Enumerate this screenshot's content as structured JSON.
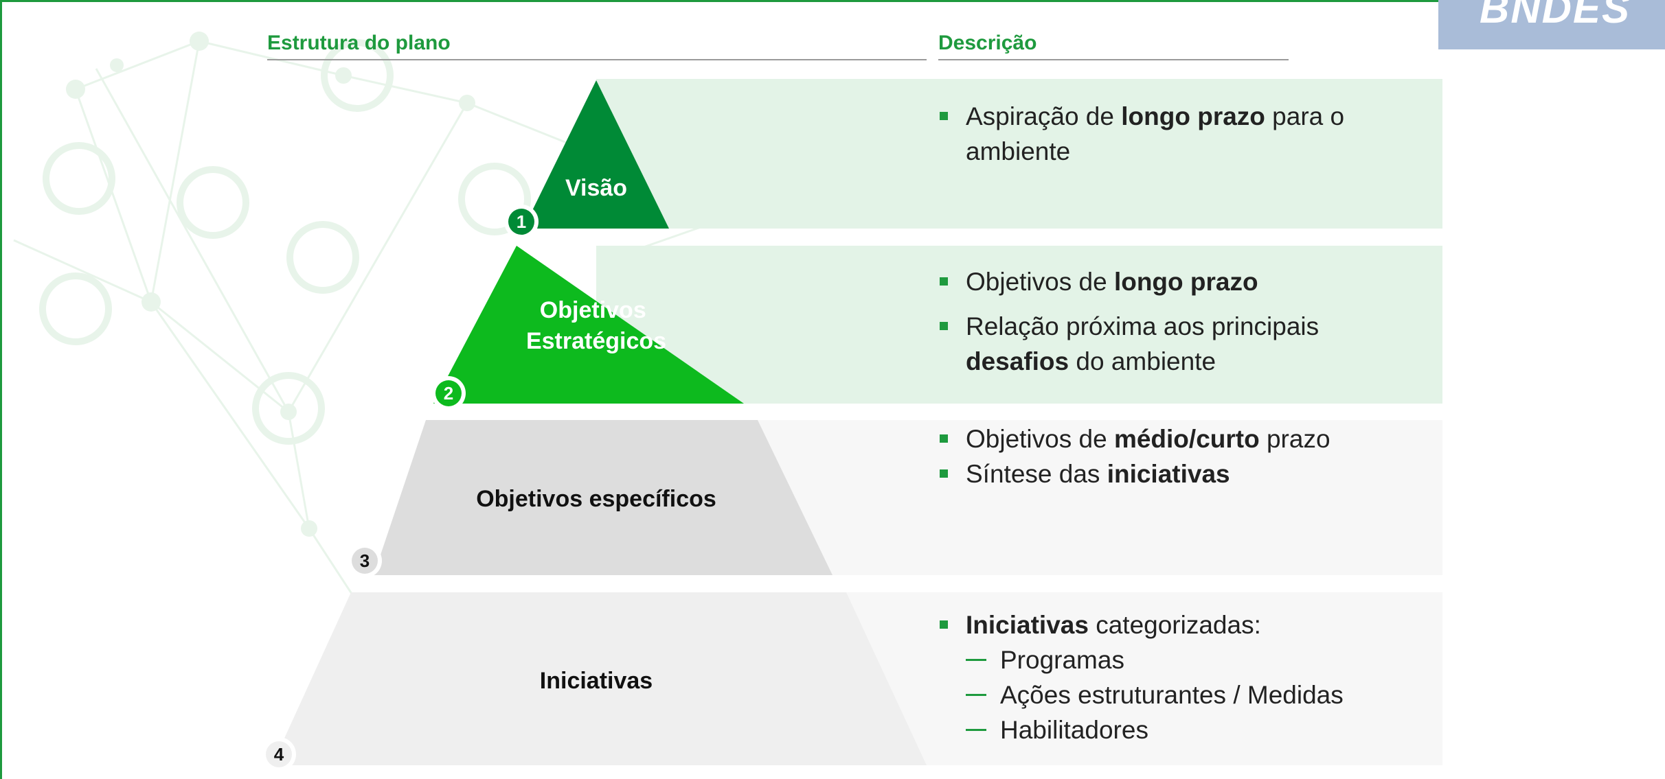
{
  "header": {
    "left_title": "Estrutura do plano",
    "right_title": "Descrição"
  },
  "logo": {
    "text": "BNDES"
  },
  "colors": {
    "accent": "#1e9a3e",
    "tier1": "#008a36",
    "tier2": "#0dba1e",
    "tier3": "#dddddd",
    "tier4": "#efefef",
    "band_green": "#e3f3e7",
    "band_gray": "#f7f7f7"
  },
  "tiers": [
    {
      "number": "1",
      "label_lines": [
        "Visão"
      ],
      "description": [
        {
          "type": "bullet",
          "parts": [
            {
              "text": "Aspiração de "
            },
            {
              "text": "longo prazo",
              "bold": true
            },
            {
              "text": " para o"
            }
          ]
        },
        {
          "type": "cont",
          "parts": [
            {
              "text": "ambiente"
            }
          ]
        }
      ]
    },
    {
      "number": "2",
      "label_lines": [
        "Objetivos",
        "Estratégicos"
      ],
      "description": [
        {
          "type": "bullet",
          "parts": [
            {
              "text": "Objetivos de "
            },
            {
              "text": "longo prazo",
              "bold": true
            }
          ]
        },
        {
          "type": "bullet",
          "parts": [
            {
              "text": "Relação próxima aos principais"
            }
          ]
        },
        {
          "type": "cont",
          "parts": [
            {
              "text": "desafios",
              "bold": true
            },
            {
              "text": " do ambiente"
            }
          ]
        }
      ]
    },
    {
      "number": "3",
      "label_lines": [
        "Objetivos específicos"
      ],
      "description": [
        {
          "type": "bullet",
          "parts": [
            {
              "text": "Objetivos de "
            },
            {
              "text": "médio/curto",
              "bold": true
            },
            {
              "text": " prazo"
            }
          ]
        },
        {
          "type": "bullet",
          "parts": [
            {
              "text": "Síntese das "
            },
            {
              "text": "iniciativas",
              "bold": true
            }
          ]
        }
      ]
    },
    {
      "number": "4",
      "label_lines": [
        "Iniciativas"
      ],
      "description": [
        {
          "type": "bullet",
          "parts": [
            {
              "text": "Iniciativas",
              "bold": true
            },
            {
              "text": " categorizadas:"
            }
          ]
        },
        {
          "type": "sub",
          "parts": [
            {
              "text": "Programas"
            }
          ]
        },
        {
          "type": "sub",
          "parts": [
            {
              "text": "Ações estruturantes / Medidas"
            }
          ]
        },
        {
          "type": "sub",
          "parts": [
            {
              "text": "Habilitadores"
            }
          ]
        }
      ]
    }
  ]
}
